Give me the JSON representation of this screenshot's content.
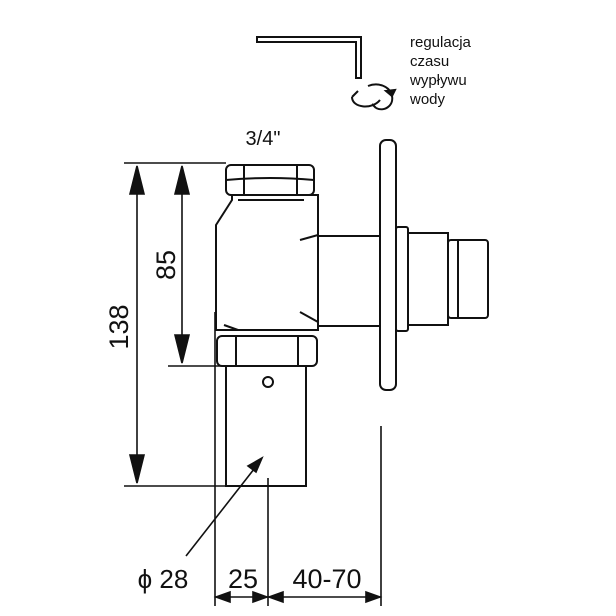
{
  "labels": {
    "thread": "3/4\"",
    "height_upper": "85",
    "height_total": "138",
    "diameter": "ϕ 28",
    "width_pipe": "25",
    "wall_range": "40-70"
  },
  "note": {
    "line1": "regulacja",
    "line2": "czasu",
    "line3": "wypływu",
    "line4": "wody"
  },
  "icons": [
    "hex-key-icon",
    "rotation-arrow-icon"
  ],
  "colors": {
    "stroke": "#111111",
    "background": "#ffffff"
  }
}
